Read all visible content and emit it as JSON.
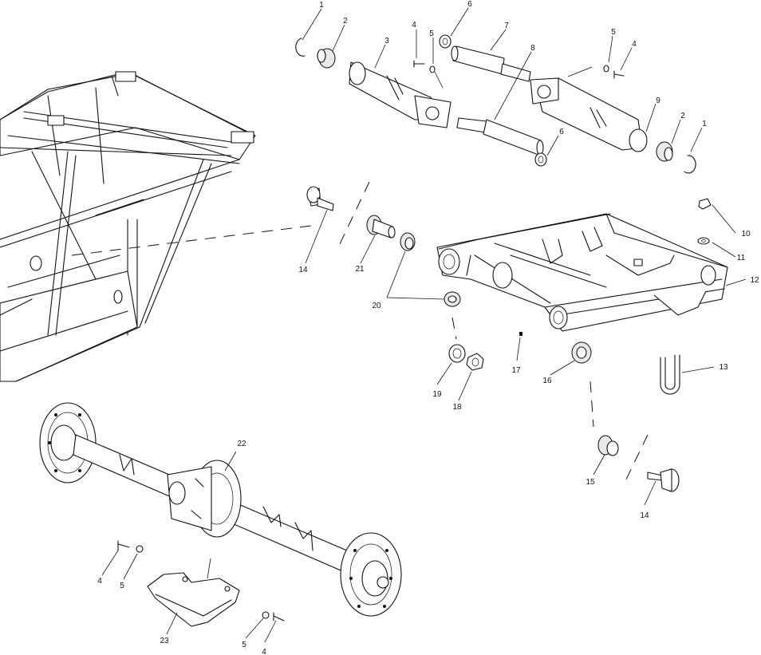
{
  "callouts": {
    "c1a": "1",
    "c2a": "2",
    "c3": "3",
    "c4a": "4",
    "c5a": "5",
    "c6a": "6",
    "c7": "7",
    "c8": "8",
    "c5b": "5",
    "c4b": "4",
    "c9": "9",
    "c2b": "2",
    "c1b": "1",
    "c6b": "6",
    "c10": "10",
    "c11": "11",
    "c12": "12",
    "c13": "13",
    "c14a": "14",
    "c21": "21",
    "c20": "20",
    "c19": "19",
    "c18": "18",
    "c17": "17",
    "c16": "16",
    "c15": "15",
    "c14b": "14",
    "c22": "22",
    "c4c": "4",
    "c5c": "5",
    "c23": "23",
    "c5d": "5",
    "c4d": "4"
  }
}
